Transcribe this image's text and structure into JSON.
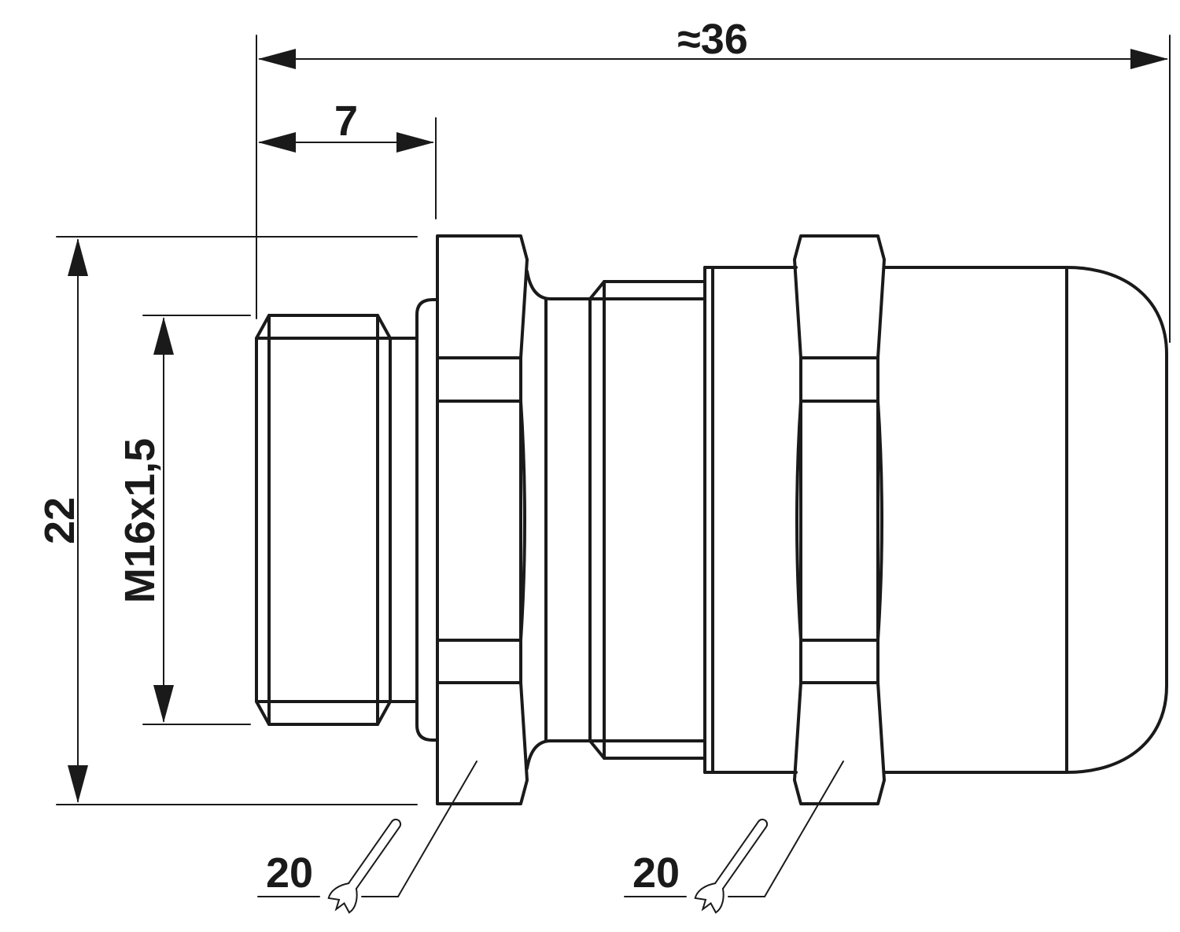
{
  "dimensions": {
    "overall_length": "≈36",
    "thread_length": "7",
    "outer_height": "22",
    "thread_size": "M16x1,5"
  },
  "wrench_sizes": {
    "front_nut": "20",
    "cap_nut": "20"
  },
  "icons": {
    "front_wrench": "wrench-icon",
    "cap_wrench": "wrench-icon"
  }
}
